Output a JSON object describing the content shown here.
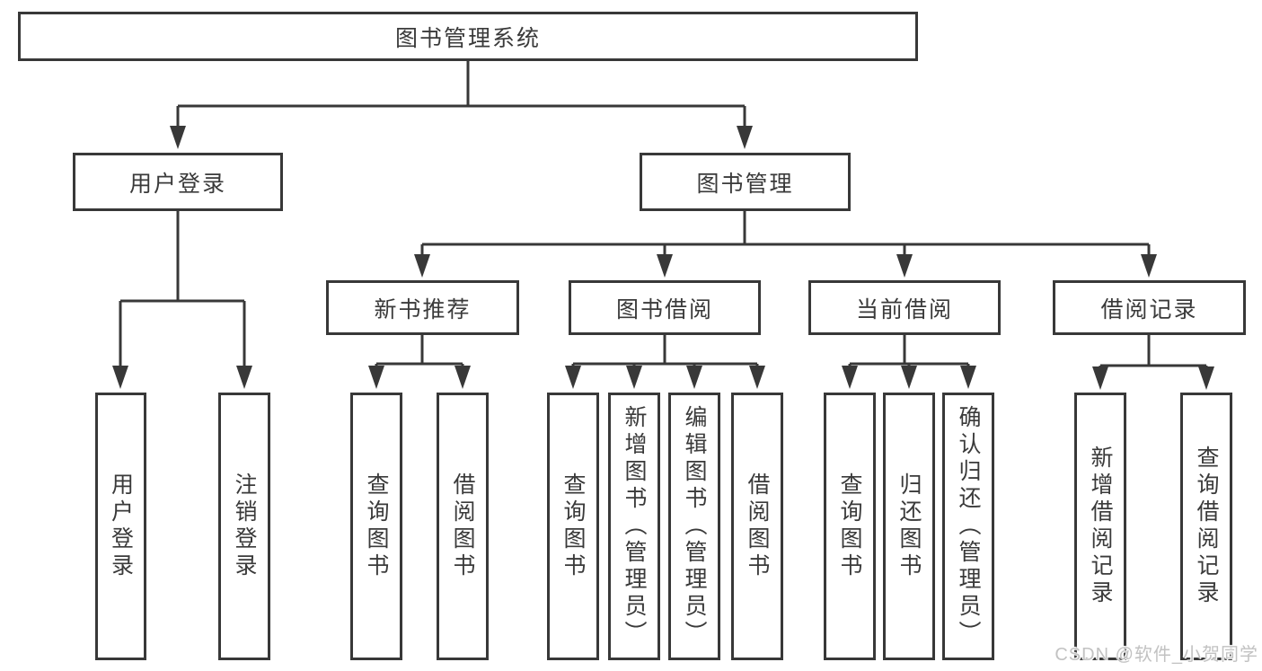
{
  "diagram": {
    "type": "hierarchy-diagram",
    "colors": {
      "line": "#383838",
      "text": "#3a3a3a",
      "background": "#ffffff",
      "watermark": "#c2c2c2"
    },
    "tree": {
      "label": "图书管理系统",
      "children": [
        {
          "label": "用户登录",
          "children": [
            {
              "label": "用户登录"
            },
            {
              "label": "注销登录"
            }
          ]
        },
        {
          "label": "图书管理",
          "children": [
            {
              "label": "新书推荐",
              "children": [
                {
                  "label": "查询图书"
                },
                {
                  "label": "借阅图书"
                }
              ]
            },
            {
              "label": "图书借阅",
              "children": [
                {
                  "label": "查询图书"
                },
                {
                  "label": "新增图书（管理员）"
                },
                {
                  "label": "编辑图书（管理员）"
                },
                {
                  "label": "借阅图书"
                }
              ]
            },
            {
              "label": "当前借阅",
              "children": [
                {
                  "label": "查询图书"
                },
                {
                  "label": "归还图书"
                },
                {
                  "label": "确认归还（管理员）"
                }
              ]
            },
            {
              "label": "借阅记录",
              "children": [
                {
                  "label": "新增借阅记录"
                },
                {
                  "label": "查询借阅记录"
                }
              ]
            }
          ]
        }
      ]
    },
    "watermark": {
      "text": "CSDN @软件_小贺同学"
    }
  }
}
